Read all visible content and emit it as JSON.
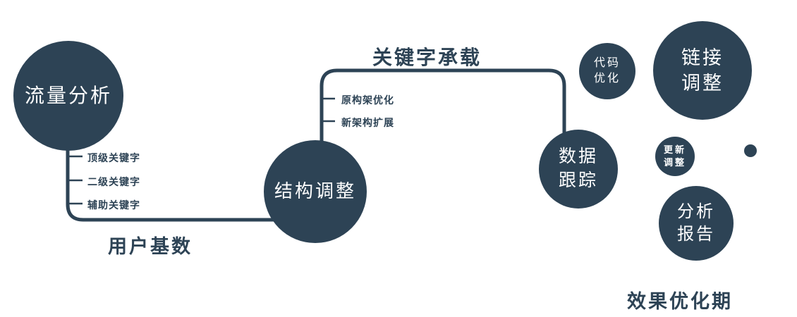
{
  "diagram": {
    "nodes": {
      "traffic_analysis": {
        "label": "流量分析"
      },
      "structure_adjustment": {
        "label": "结构调整"
      },
      "data_tracking": {
        "line1": "数据",
        "line2": "跟踪"
      },
      "code_optimization": {
        "line1": "代码",
        "line2": "优化"
      },
      "link_adjustment": {
        "line1": "链接",
        "line2": "调整"
      },
      "update_adjustment": {
        "line1": "更新",
        "line2": "调整"
      },
      "analysis_report": {
        "line1": "分析",
        "line2": "报告"
      }
    },
    "edge_labels": {
      "user_base": "用户基数",
      "keyword_load": "关键字承载"
    },
    "keyword_ticks": [
      "顶级关键字",
      "二级关键字",
      "辅助关键字"
    ],
    "structure_ticks": [
      "原构架优化",
      "新架构扩展"
    ],
    "footer_label": "效果优化期",
    "colors": {
      "primary": "#2d4355",
      "circle_text": "#ffffff"
    }
  }
}
